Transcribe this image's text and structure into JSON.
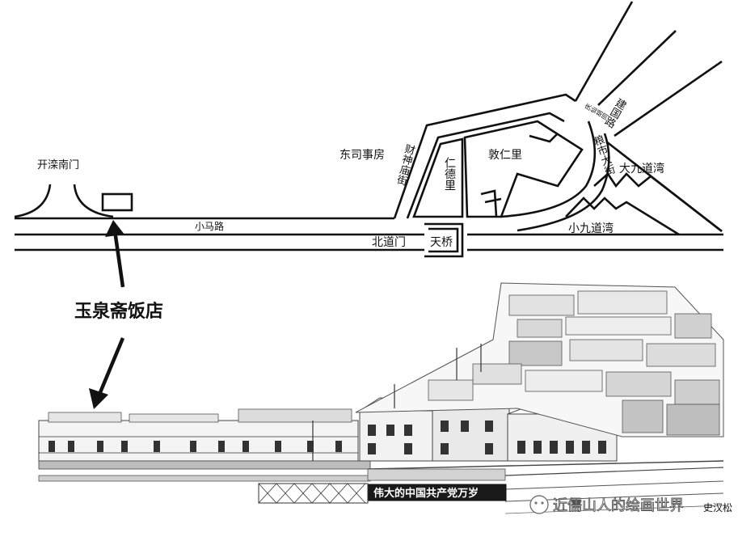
{
  "map": {
    "labels": {
      "kaiping_south_gate": "开滦南门",
      "dongsi_shifang": "东司事房",
      "xiaoma_road": "小马路",
      "beidaomen": "北道门",
      "tianqiao": "天桥",
      "caishen_miao_street": "财神庙街",
      "rende_li": "仁德里",
      "dunren_li": "敦仁里",
      "jianguo_road": "建国路",
      "qingxian_hutong": "庆仙胡同",
      "liangshi_street": "粮市大街",
      "dajiu_daowan": "大九道湾",
      "xiaojiu_daowan": "小九道湾",
      "restaurant_callout": "玉泉斋饭店"
    },
    "banner_text": "伟大的中国共产党万岁",
    "artist_signature": "史汉松",
    "watermark_text": "近儒山人的绘画世界"
  },
  "colors": {
    "ink": "#111111",
    "paper": "#ffffff",
    "banner_bg": "#1a1a1a"
  }
}
